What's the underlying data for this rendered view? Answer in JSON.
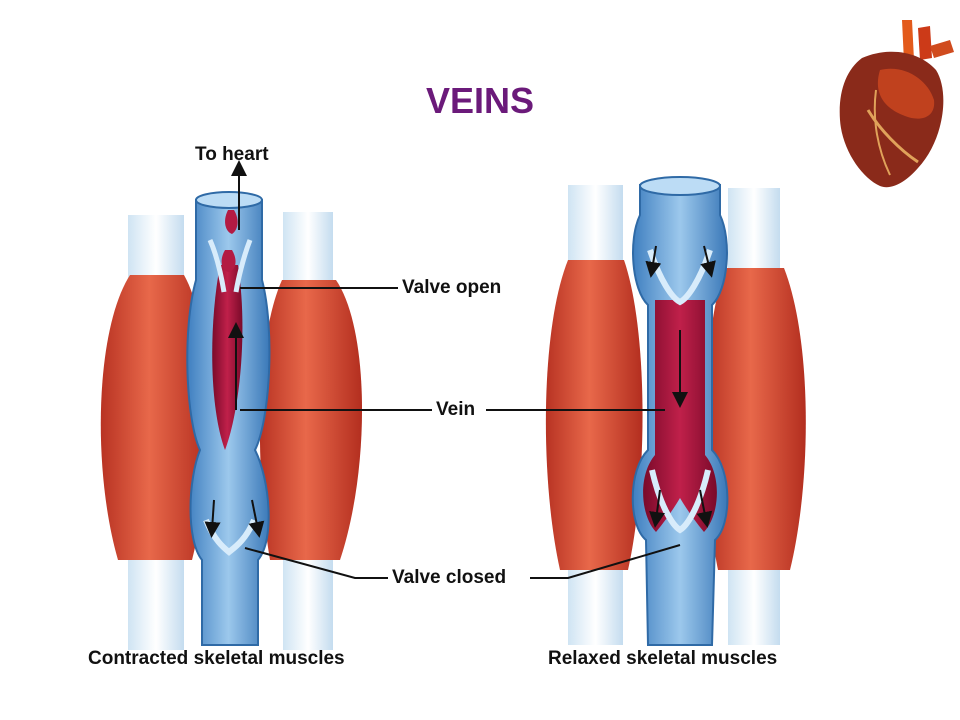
{
  "title": "VEINS",
  "labels": {
    "to_heart": "To heart",
    "valve_open": "Valve open",
    "vein": "Vein",
    "valve_closed": "Valve closed"
  },
  "captions": {
    "contracted": "Contracted skeletal muscles",
    "relaxed": "Relaxed skeletal muscles"
  },
  "colors": {
    "title": "#6b1a7a",
    "muscle": "#d9553b",
    "vein_wall": "#6aa8dc",
    "blood": "#9c1036"
  }
}
